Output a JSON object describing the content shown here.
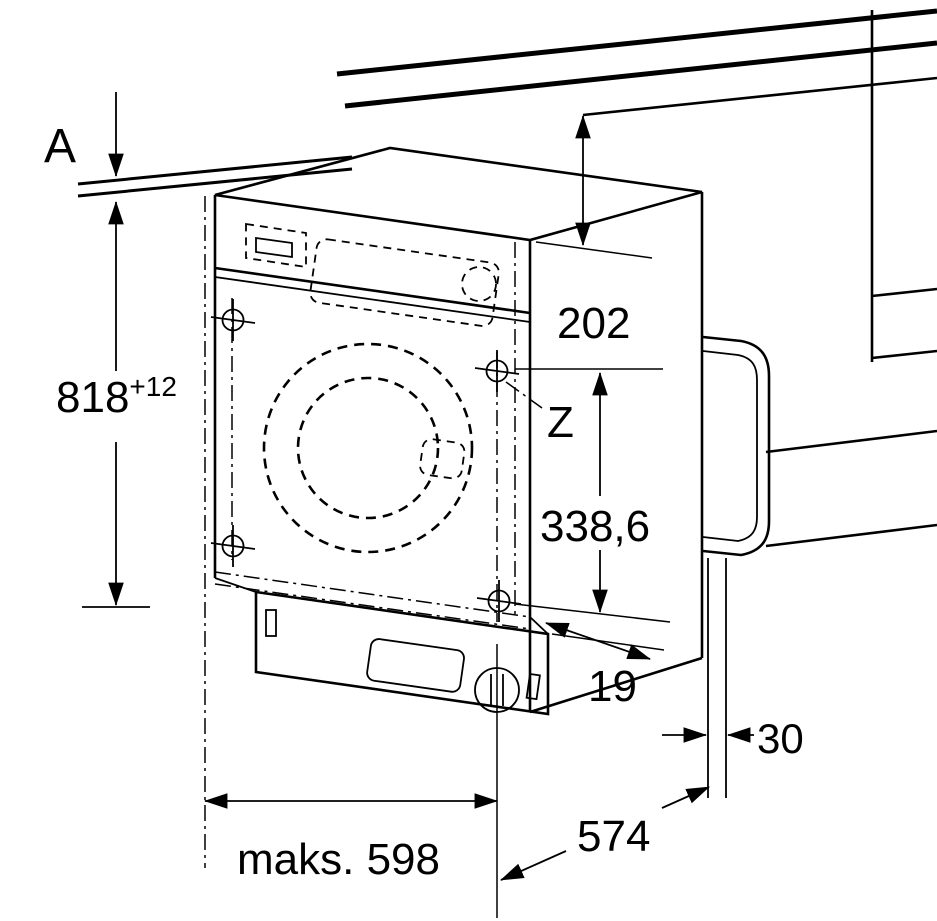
{
  "diagram": {
    "labels": {
      "section_a": "A",
      "niche_height": "818",
      "niche_height_tolerance": "+12",
      "top_clearance": "202",
      "point_z": "Z",
      "z_distance": "338,6",
      "plinth_recess": "19",
      "rear_gap": "30",
      "niche_width": "maks. 598",
      "depth": "574"
    },
    "colors": {
      "line": "#000000",
      "background": "#ffffff"
    }
  }
}
